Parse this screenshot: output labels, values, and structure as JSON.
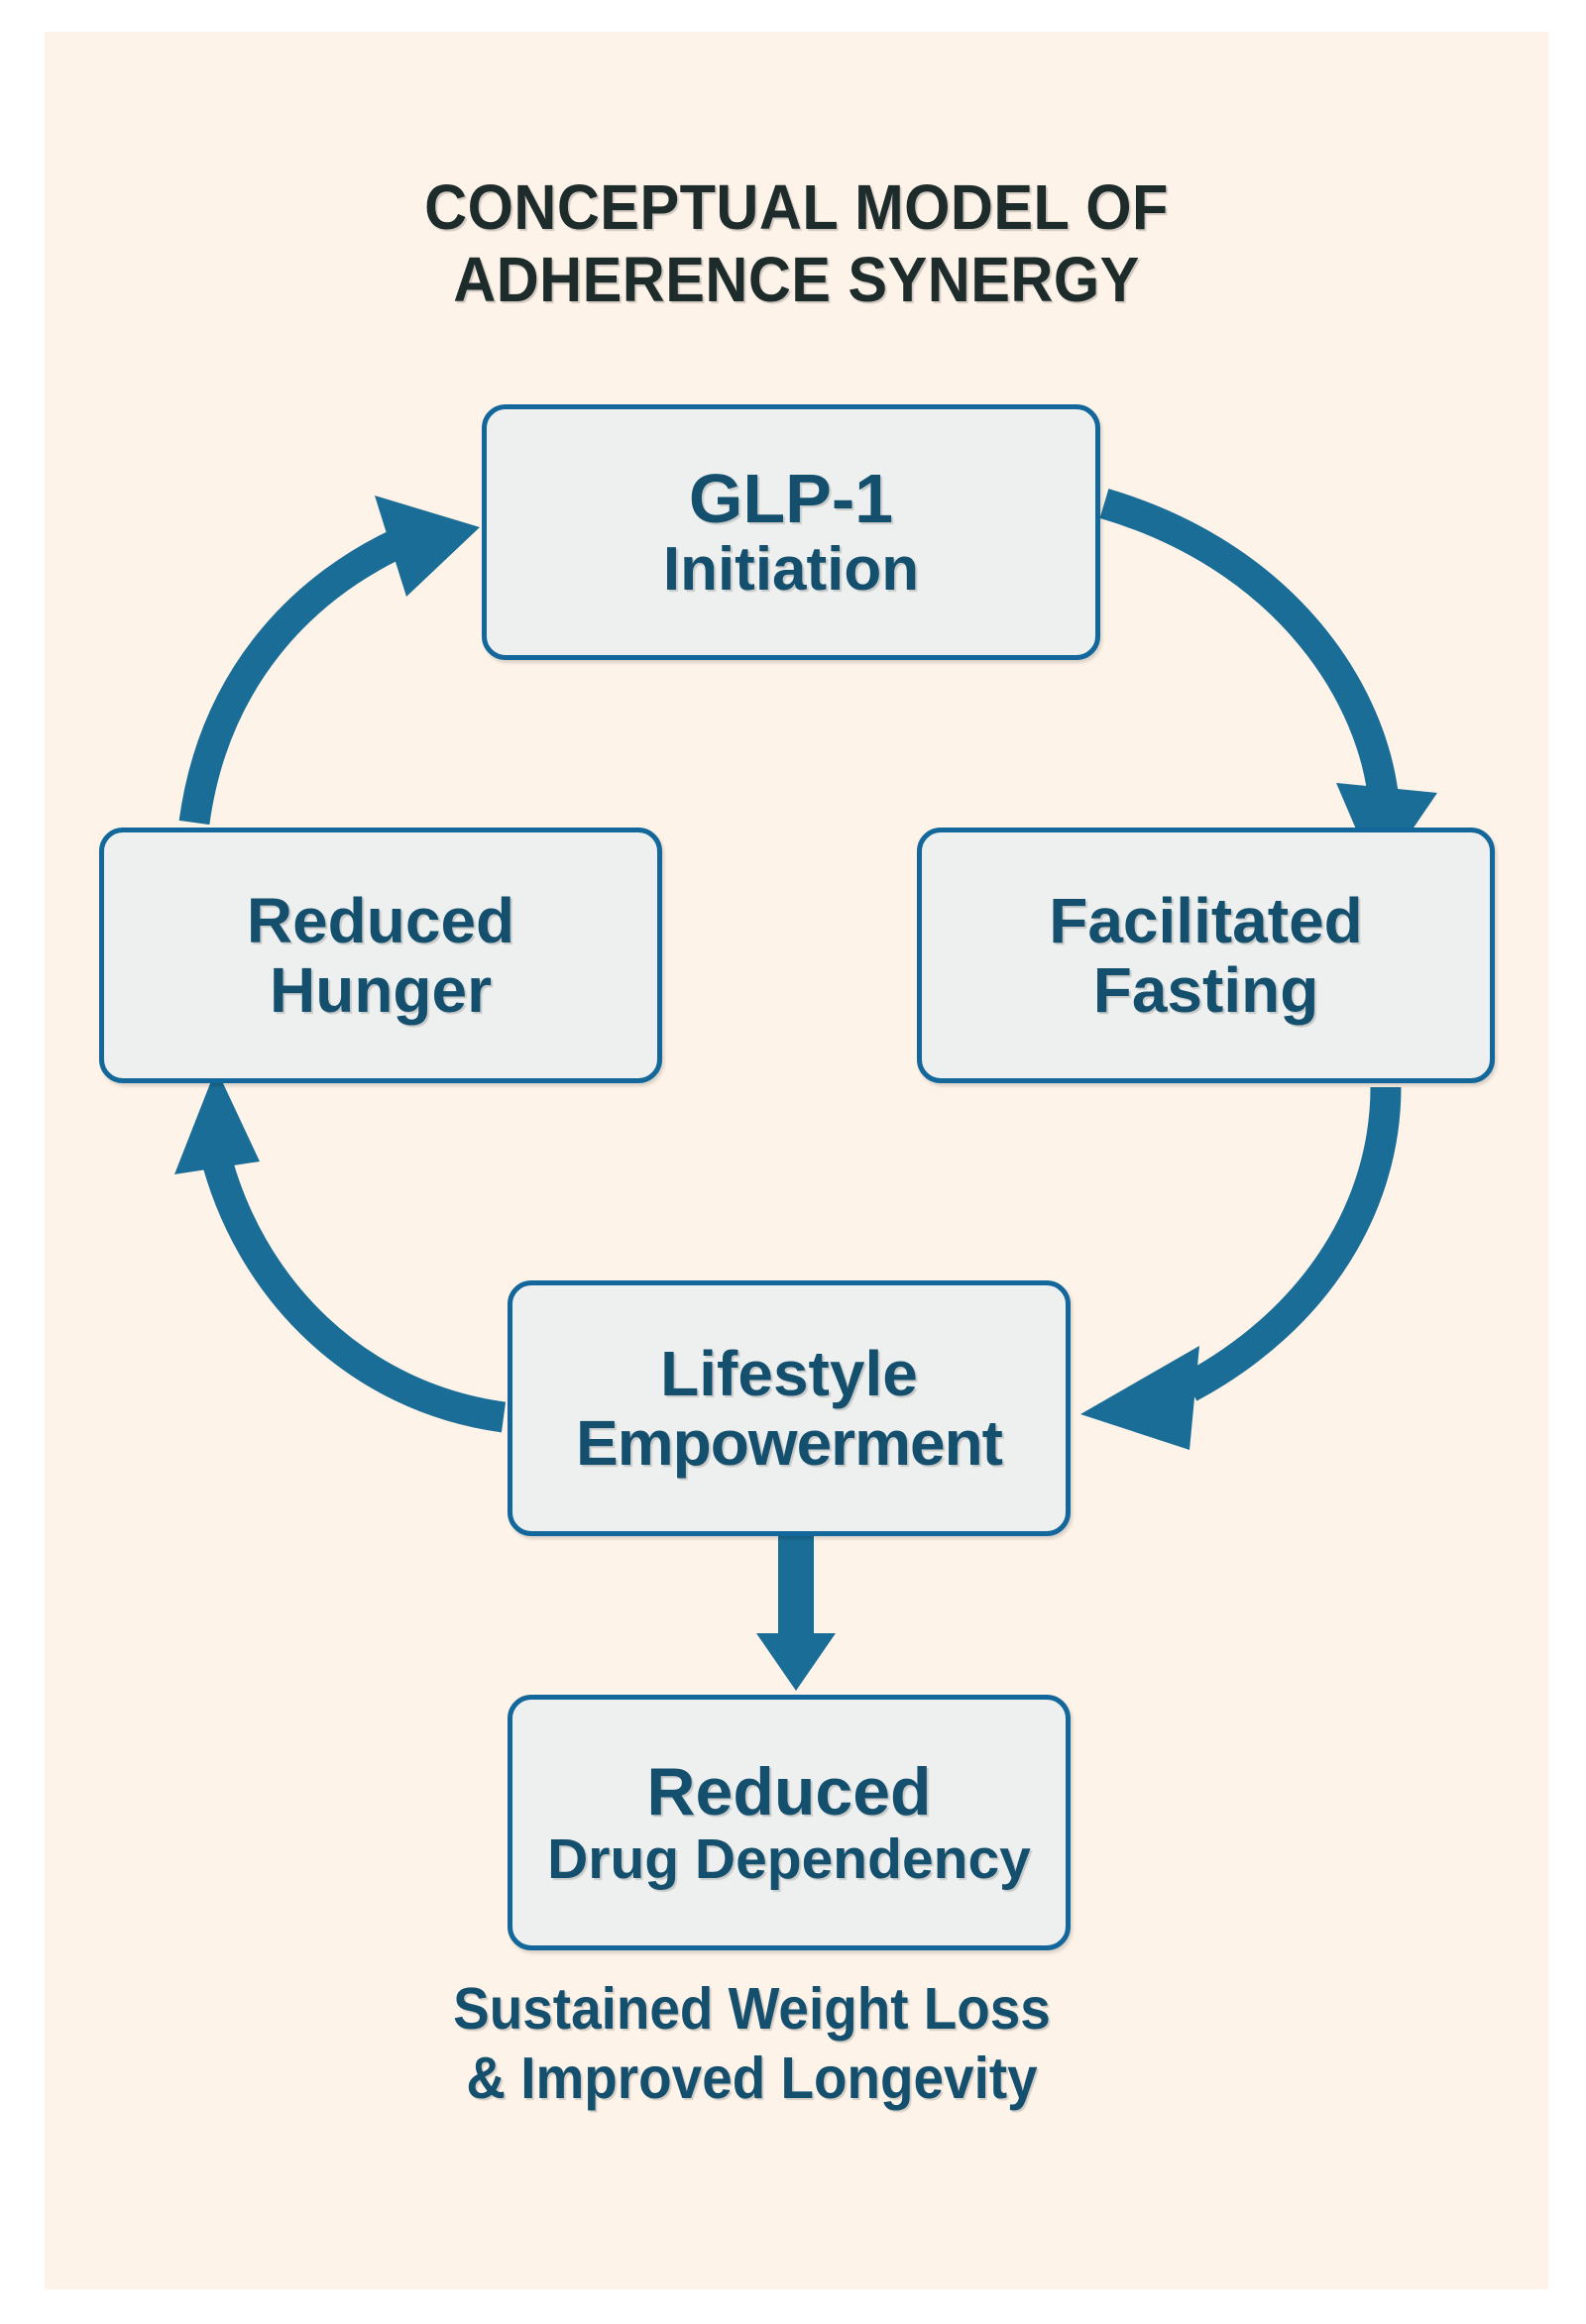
{
  "page": {
    "background_color": "#fdf3e9",
    "accent_color": "#13679a",
    "text_color": "#14506e",
    "title_color": "#1d2b2b",
    "node_fill": "#eef0ef"
  },
  "title": {
    "line1": "CONCEPTUAL MODEL OF",
    "line2": "ADHERENCE SYNERGY"
  },
  "nodes": {
    "glp1": {
      "line1": "GLP-1",
      "line2": "Initiation"
    },
    "hunger": {
      "line1": "Reduced",
      "line2": "Hunger"
    },
    "fasting": {
      "line1": "Facilitated",
      "line2": "Fasting"
    },
    "lifestyle": {
      "line1": "Lifestyle",
      "line2": "Empowerment"
    },
    "drug": {
      "line1": "Reduced",
      "line2": "Drug Dependency"
    }
  },
  "caption": {
    "line1": "Sustained Weight Loss",
    "line2": "& Improved Longevity"
  },
  "chart_data": {
    "type": "diagram",
    "subtype": "cycle-flowchart",
    "title": "CONCEPTUAL MODEL OF ADHERENCE SYNERGY",
    "nodes": [
      {
        "id": "glp1",
        "label": "GLP-1 Initiation"
      },
      {
        "id": "fasting",
        "label": "Facilitated Fasting"
      },
      {
        "id": "lifestyle",
        "label": "Lifestyle Empowerment"
      },
      {
        "id": "hunger",
        "label": "Reduced Hunger"
      },
      {
        "id": "drug",
        "label": "Reduced Drug Dependency"
      }
    ],
    "edges": [
      {
        "from": "glp1",
        "to": "fasting",
        "style": "curved-arrow"
      },
      {
        "from": "fasting",
        "to": "lifestyle",
        "style": "curved-arrow"
      },
      {
        "from": "lifestyle",
        "to": "hunger",
        "style": "curved-arrow"
      },
      {
        "from": "hunger",
        "to": "glp1",
        "style": "curved-arrow"
      },
      {
        "from": "lifestyle",
        "to": "drug",
        "style": "straight-arrow"
      }
    ],
    "outcome": "Sustained Weight Loss & Improved Longevity"
  }
}
